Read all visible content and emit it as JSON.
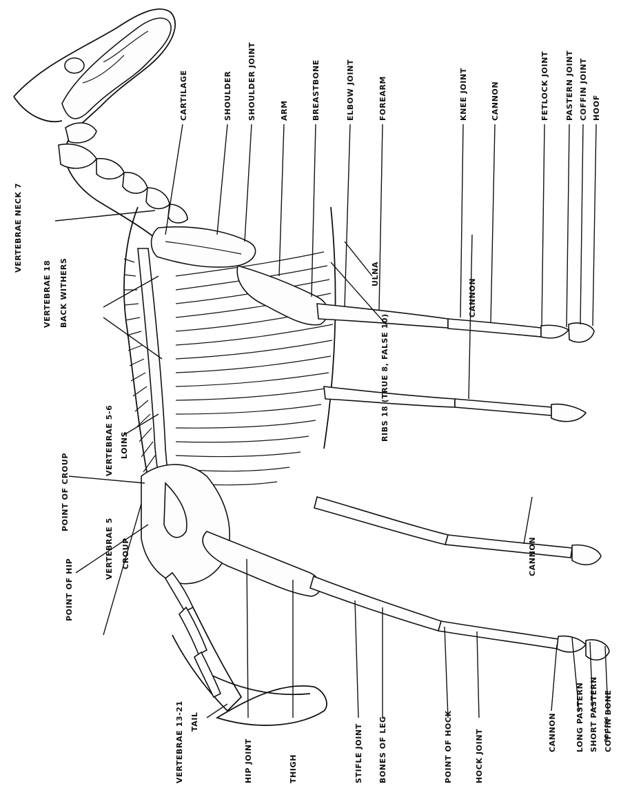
{
  "labels": {
    "vertebrae_neck": "VERTEBRAE NECK 7",
    "cartilage": "CARTILAGE",
    "shoulder": "SHOULDER",
    "shoulder_joint": "SHOULDER JOINT",
    "arm": "ARM",
    "breastbone": "BREASTBONE",
    "elbow_joint": "ELBOW JOINT",
    "forearm": "FOREARM",
    "knee_joint": "KNEE JOINT",
    "cannon_front": "CANNON",
    "fetlock_joint": "FETLOCK JOINT",
    "pastern_joint": "PASTERN JOINT",
    "coffin_joint": "COFFIN JOINT",
    "hoof": "HOOF",
    "vertebrae_18": "VERTEBRAE 18",
    "back_withers": "BACK WITHERS",
    "ulna": "ULNA",
    "cannon_mid": "CANNON",
    "ribs": "RIBS 18 (TRUE 8, FALSE 10)",
    "vertebrae_5_6": "VERTEBRAE 5-6",
    "loins": "LOINS",
    "point_of_croup": "POINT OF CROUP",
    "point_of_hip": "POINT OF HIP",
    "vertebrae_5": "VERTEBRAE 5",
    "croup": "CROUP",
    "cannon_hind": "CANNON",
    "cannon_rear": "CANNON",
    "long_pastern": "LONG PASTERN",
    "short_pastern": "SHORT PASTERN",
    "coffin_bone": "COFFIN BONE",
    "vertebrae_tail": "VERTEBRAE 13-21",
    "tail": "TAIL",
    "hip_joint": "HIP JOINT",
    "thigh": "THIGH",
    "stifle_joint": "STIFLE JOINT",
    "bones_of_leg": "BONES OF LEG",
    "point_of_hock": "POINT OF HOCK",
    "hock_joint": "HOCK JOINT",
    "figure_code": "RD 1296"
  }
}
